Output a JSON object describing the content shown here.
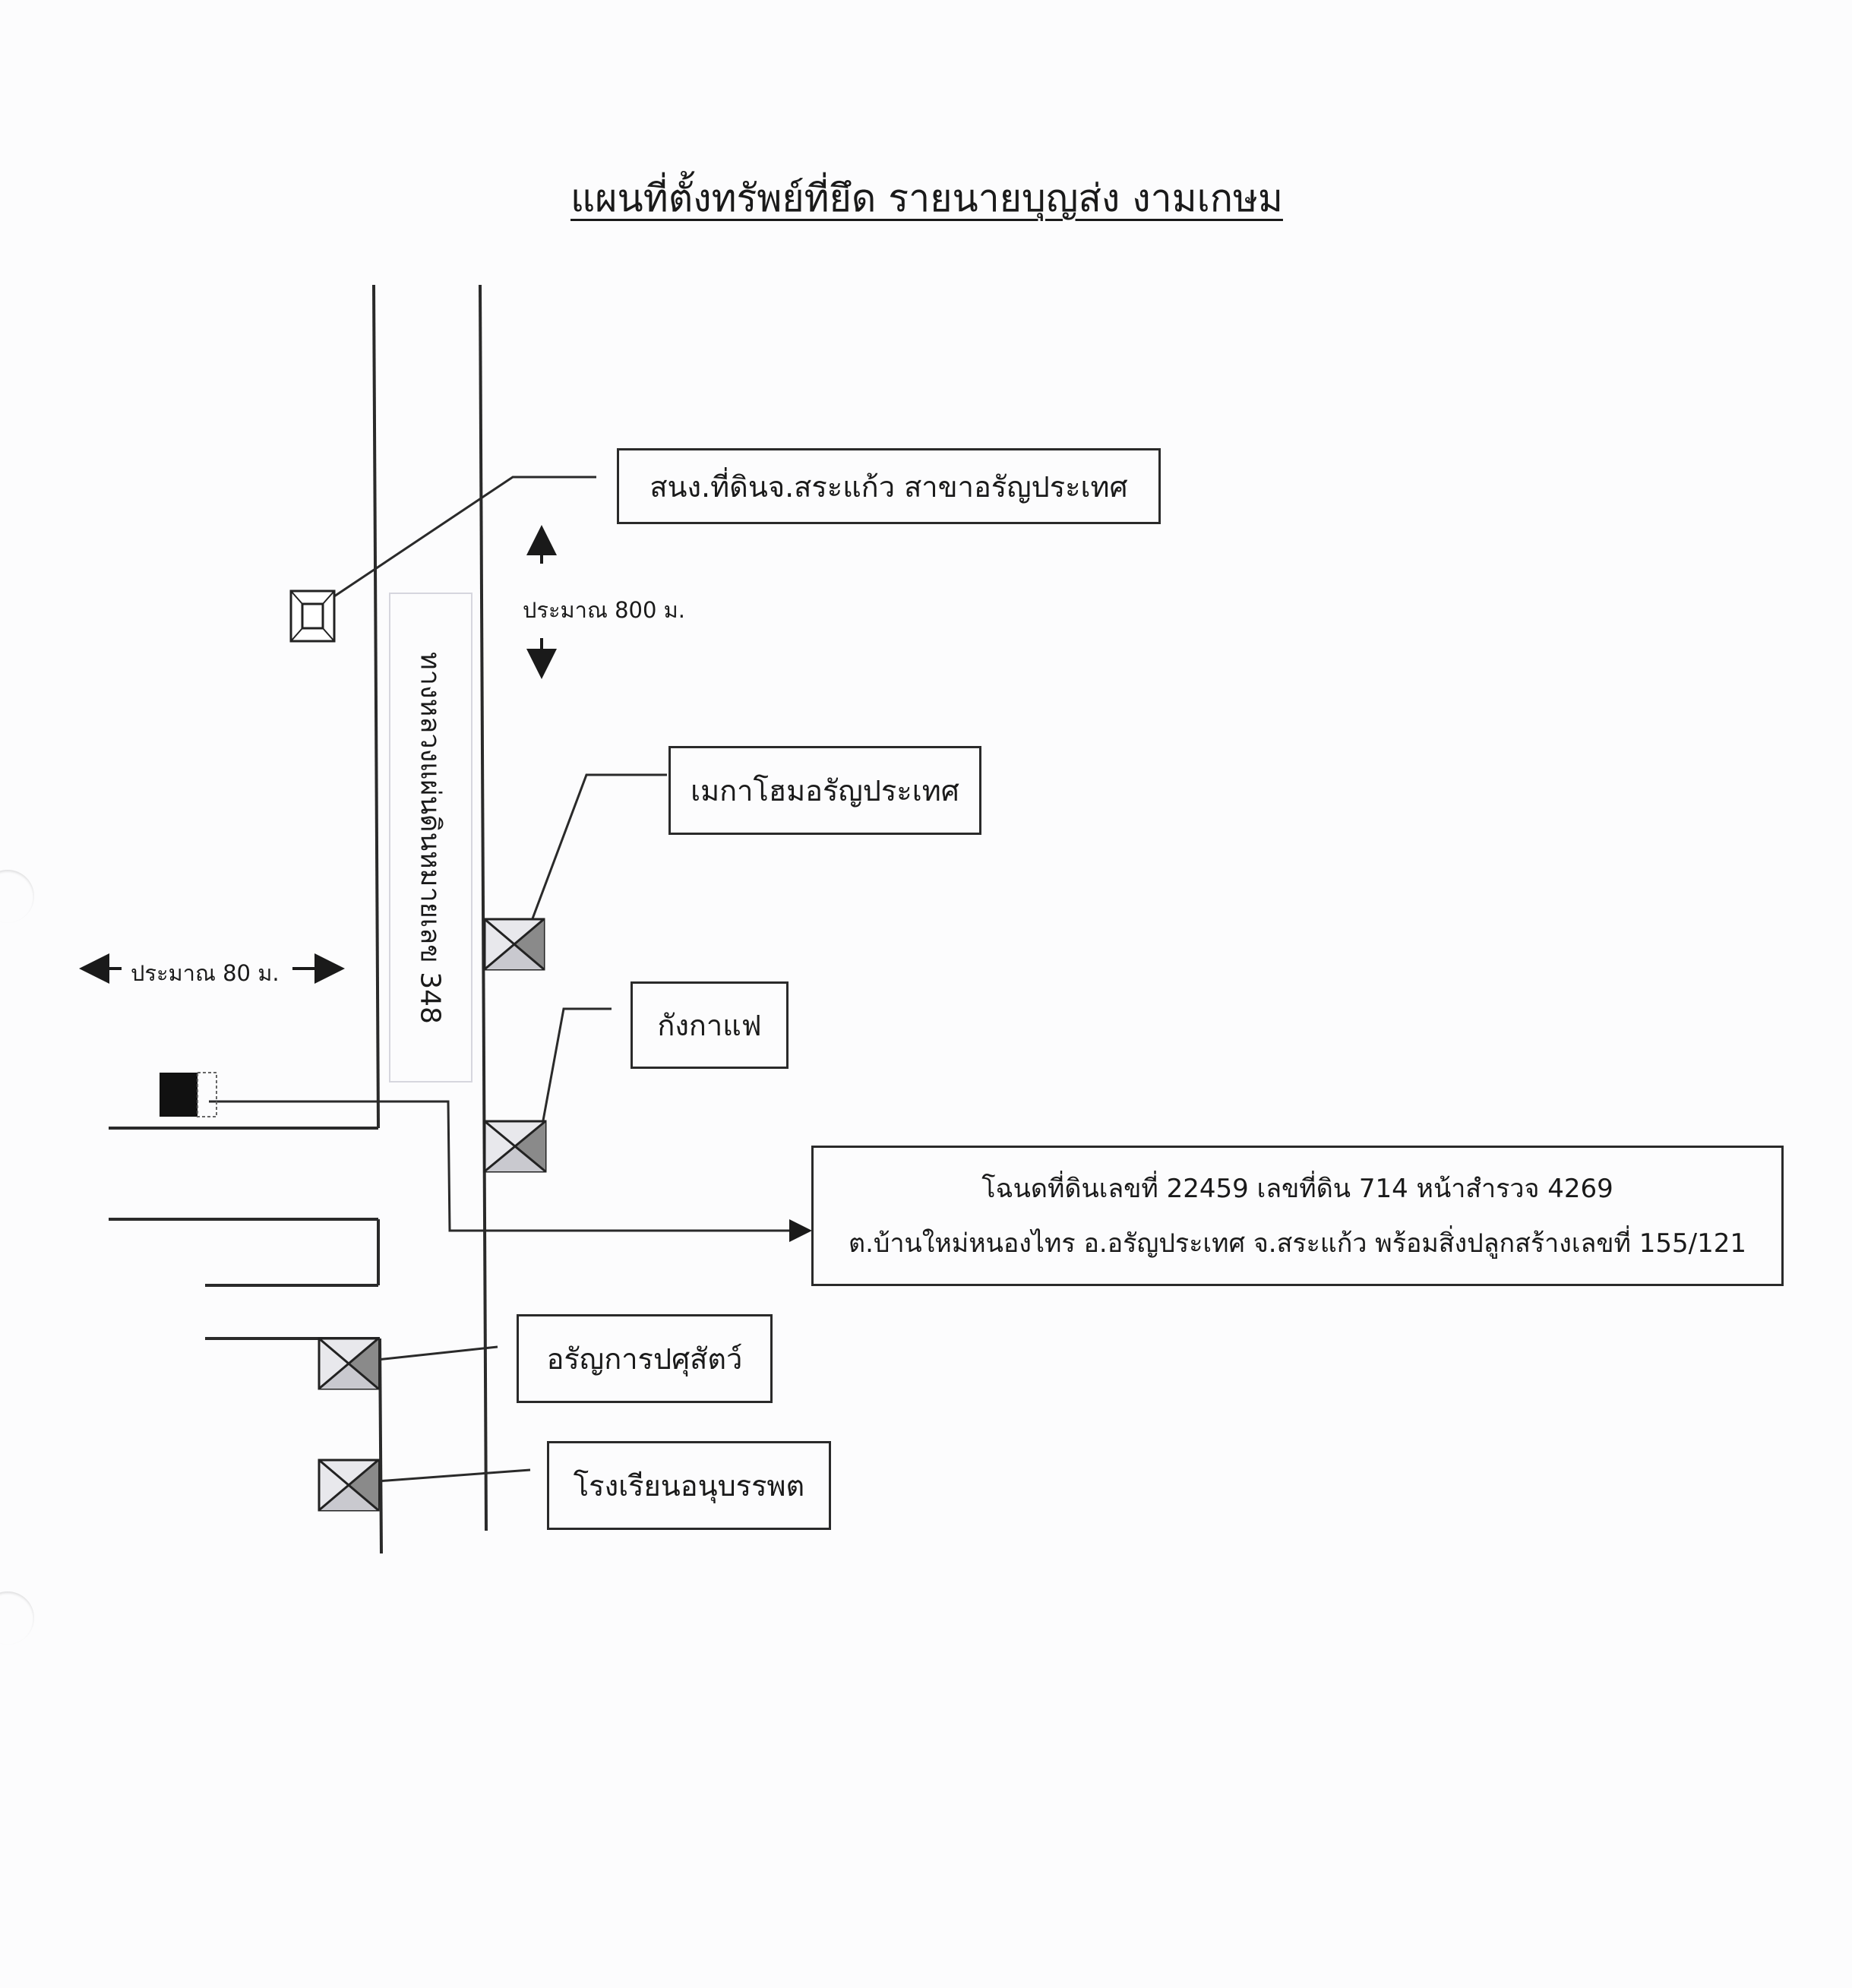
{
  "title": "แผนที่ตั้งทรัพย์ที่ยึด รายนายบุญส่ง  งามเกษม",
  "road": {
    "name": "ทางหลวงแผ่นดินหมายเลข 348"
  },
  "distances": {
    "north": "ประมาณ 800 ม.",
    "west": "ประมาณ 80 ม."
  },
  "landmarks": [
    {
      "name": "สนง.ที่ดินจ.สระแก้ว สาขาอรัญประเทศ",
      "icon": "land-office-icon"
    },
    {
      "name": "เมกาโฮมอรัญประเทศ",
      "icon": "building-icon"
    },
    {
      "name": "กังกาแฟ",
      "icon": "building-icon"
    },
    {
      "name": "อรัญการปศุสัตว์",
      "icon": "building-icon"
    },
    {
      "name": "โรงเรียนอนุบรรพต",
      "icon": "building-icon"
    }
  ],
  "property": {
    "line1": "โฉนดที่ดินเลขที่ 22459  เลขที่ดิน 714 หน้าสำรวจ 4269",
    "line2": "ต.บ้านใหม่หนองไทร  อ.อรัญประเทศ จ.สระแก้ว พร้อมสิ่งปลูกสร้างเลขที่ 155/121",
    "icon": "seized-property-icon"
  },
  "colors": {
    "ink": "#1a1a1a",
    "icon_fill": "#c8c8c8",
    "property_fill": "#111111"
  }
}
